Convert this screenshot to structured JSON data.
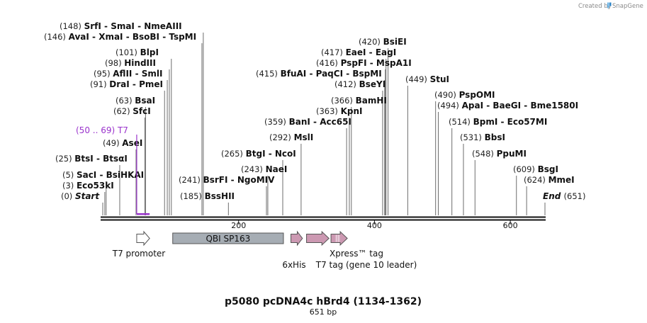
{
  "brand": {
    "prefix": "Created by",
    "name": "SnapGene"
  },
  "plasmid": {
    "name": "p5080 pcDNA4c hBrd4 (1134-1362)",
    "length_label": "651 bp",
    "length": 651
  },
  "ruler": {
    "ticks": [
      200,
      400,
      600
    ]
  },
  "primer": {
    "label": "(50 .. 69)  T7",
    "start": 50,
    "end": 69
  },
  "sites": [
    {
      "pos": 0,
      "pos_label": "(0)",
      "names": [
        "Start"
      ],
      "italic": true
    },
    {
      "pos": 3,
      "pos_label": "(3)",
      "names": [
        "Eco53kI"
      ]
    },
    {
      "pos": 5,
      "pos_label": "(5)",
      "names": [
        "SacI",
        "BsiHKAI"
      ]
    },
    {
      "pos": 25,
      "pos_label": "(25)",
      "names": [
        "BtsI",
        "BtsαI"
      ]
    },
    {
      "pos": 49,
      "pos_label": "(49)",
      "names": [
        "AseI"
      ]
    },
    {
      "pos": 62,
      "pos_label": "(62)",
      "names": [
        "SfcI"
      ]
    },
    {
      "pos": 63,
      "pos_label": "(63)",
      "names": [
        "BsaI"
      ]
    },
    {
      "pos": 91,
      "pos_label": "(91)",
      "names": [
        "DraI",
        "PmeI"
      ]
    },
    {
      "pos": 95,
      "pos_label": "(95)",
      "names": [
        "AflII",
        "SmlI"
      ]
    },
    {
      "pos": 98,
      "pos_label": "(98)",
      "names": [
        "HindIII"
      ]
    },
    {
      "pos": 101,
      "pos_label": "(101)",
      "names": [
        "BlpI"
      ]
    },
    {
      "pos": 146,
      "pos_label": "(146)",
      "names": [
        "AvaI",
        "XmaI",
        "BsoBI",
        "TspMI"
      ]
    },
    {
      "pos": 148,
      "pos_label": "(148)",
      "names": [
        "SrfI",
        "SmaI",
        "NmeAIII"
      ]
    },
    {
      "pos": 185,
      "pos_label": "(185)",
      "names": [
        "BssHII"
      ]
    },
    {
      "pos": 241,
      "pos_label": "(241)",
      "names": [
        "BsrFI",
        "NgoMIV"
      ]
    },
    {
      "pos": 243,
      "pos_label": "(243)",
      "names": [
        "NaeI"
      ]
    },
    {
      "pos": 265,
      "pos_label": "(265)",
      "names": [
        "BtgI",
        "NcoI"
      ]
    },
    {
      "pos": 292,
      "pos_label": "(292)",
      "names": [
        "MslI"
      ]
    },
    {
      "pos": 359,
      "pos_label": "(359)",
      "names": [
        "BanI",
        "Acc65I"
      ]
    },
    {
      "pos": 363,
      "pos_label": "(363)",
      "names": [
        "KpnI"
      ]
    },
    {
      "pos": 366,
      "pos_label": "(366)",
      "names": [
        "BamHI"
      ]
    },
    {
      "pos": 412,
      "pos_label": "(412)",
      "names": [
        "BseYI"
      ]
    },
    {
      "pos": 415,
      "pos_label": "(415)",
      "names": [
        "BfuAI",
        "PaqCI",
        "BspMI"
      ]
    },
    {
      "pos": 416,
      "pos_label": "(416)",
      "names": [
        "PspFI",
        "MspA1I"
      ]
    },
    {
      "pos": 417,
      "pos_label": "(417)",
      "names": [
        "EaeI",
        "EagI"
      ]
    },
    {
      "pos": 420,
      "pos_label": "(420)",
      "names": [
        "BsiEI"
      ]
    },
    {
      "pos": 449,
      "pos_label": "(449)",
      "names": [
        "StuI"
      ]
    },
    {
      "pos": 490,
      "pos_label": "(490)",
      "names": [
        "PspOMI"
      ]
    },
    {
      "pos": 494,
      "pos_label": "(494)",
      "names": [
        "ApaI",
        "BaeGI",
        "Bme1580I"
      ]
    },
    {
      "pos": 514,
      "pos_label": "(514)",
      "names": [
        "BpmI",
        "Eco57MI"
      ]
    },
    {
      "pos": 531,
      "pos_label": "(531)",
      "names": [
        "BbsI"
      ]
    },
    {
      "pos": 548,
      "pos_label": "(548)",
      "names": [
        "PpuMI"
      ]
    },
    {
      "pos": 609,
      "pos_label": "(609)",
      "names": [
        "BsgI"
      ]
    },
    {
      "pos": 624,
      "pos_label": "(624)",
      "names": [
        "MmeI"
      ]
    },
    {
      "pos": 651,
      "pos_label": "(651)",
      "names": [
        "End"
      ],
      "italic": true
    }
  ],
  "features": [
    {
      "id": "t7-promoter",
      "label": "T7 promoter",
      "start": 50,
      "end": 69,
      "shape": "arrow",
      "color": "#ffffff"
    },
    {
      "id": "qbi-sp163",
      "label": "QBI SP163",
      "start": 103,
      "end": 266,
      "shape": "box",
      "color": "#a6adb4"
    },
    {
      "id": "6xhis",
      "label": "6xHis",
      "start": 277,
      "end": 294,
      "shape": "arrow",
      "color": "#cc99b2"
    },
    {
      "id": "t7-tag",
      "label": "T7 tag (gene 10 leader)",
      "start": 300,
      "end": 333,
      "shape": "arrow",
      "color": "#cc99b2"
    },
    {
      "id": "xpress-tag",
      "label": "Xpress™ tag",
      "start": 336,
      "end": 360,
      "shape": "arrow",
      "color": "#cc99b2",
      "striped": true
    }
  ]
}
